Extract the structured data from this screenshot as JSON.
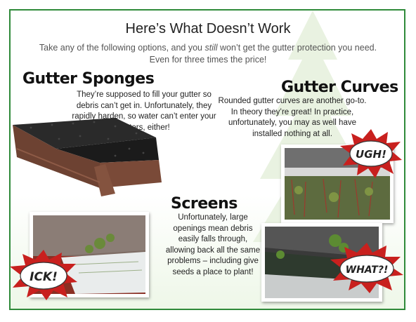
{
  "heading": {
    "title": "Here’s What Doesn’t Work",
    "subtitle_before": "Take any of the following options, and you ",
    "subtitle_emphasis": "still",
    "subtitle_after": " won’t get the gutter protection you need.",
    "subtitle_line2": "Even for three times the price!"
  },
  "sections": {
    "sponges": {
      "title": "Gutter Sponges",
      "body": "They’re supposed to fill your gutter so debris can’t get in. Unfortunately, they rapidly harden, so water can’t enter your gutters, either!"
    },
    "curves": {
      "title": "Gutter Curves",
      "body": "Rounded gutter curves are another go-to. In theory they’re great! In practice, unfortunately, you may as well have installed nothing at all."
    },
    "screens": {
      "title": "Screens",
      "body": "Unfortunately, large openings mean debris easily falls through, allowing back all the same problems – including give seeds a place to plant!"
    }
  },
  "bursts": {
    "ugh": "UGH!",
    "ick": "ICK!",
    "what": "WHAT?!"
  },
  "colors": {
    "border": "#2f8a3a",
    "burst_red": "#c8201e",
    "tree_tint": "#e6f0dc"
  }
}
